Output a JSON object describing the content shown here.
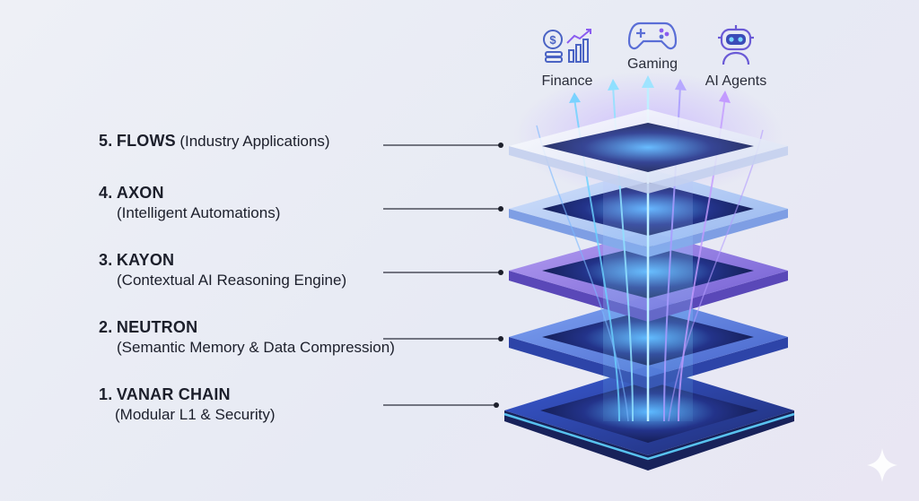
{
  "layers": [
    {
      "number": "5.",
      "name": "FLOWS",
      "description": "(Industry Applications)",
      "inline": true
    },
    {
      "number": "4.",
      "name": "AXON",
      "description": "(Intelligent Automations)",
      "inline": false
    },
    {
      "number": "3.",
      "name": "KAYON",
      "description": "(Contextual AI Reasoning Engine)",
      "inline": false
    },
    {
      "number": "2.",
      "name": "NEUTRON",
      "description": "(Semantic Memory & Data Compression)",
      "inline": false
    },
    {
      "number": "1.",
      "name": "VANAR CHAIN",
      "description": "(Modular L1 & Security)",
      "inline": false
    }
  ],
  "applications": [
    {
      "label": "Finance",
      "icon": "finance-chart-icon"
    },
    {
      "label": "Gaming",
      "icon": "game-controller-icon"
    },
    {
      "label": "AI Agents",
      "icon": "robot-icon"
    }
  ],
  "colors": {
    "accent_blue": "#3f6fe0",
    "accent_cyan": "#5fd4ff",
    "accent_violet": "#8a5cf0",
    "deep_navy": "#1f2f6e"
  }
}
